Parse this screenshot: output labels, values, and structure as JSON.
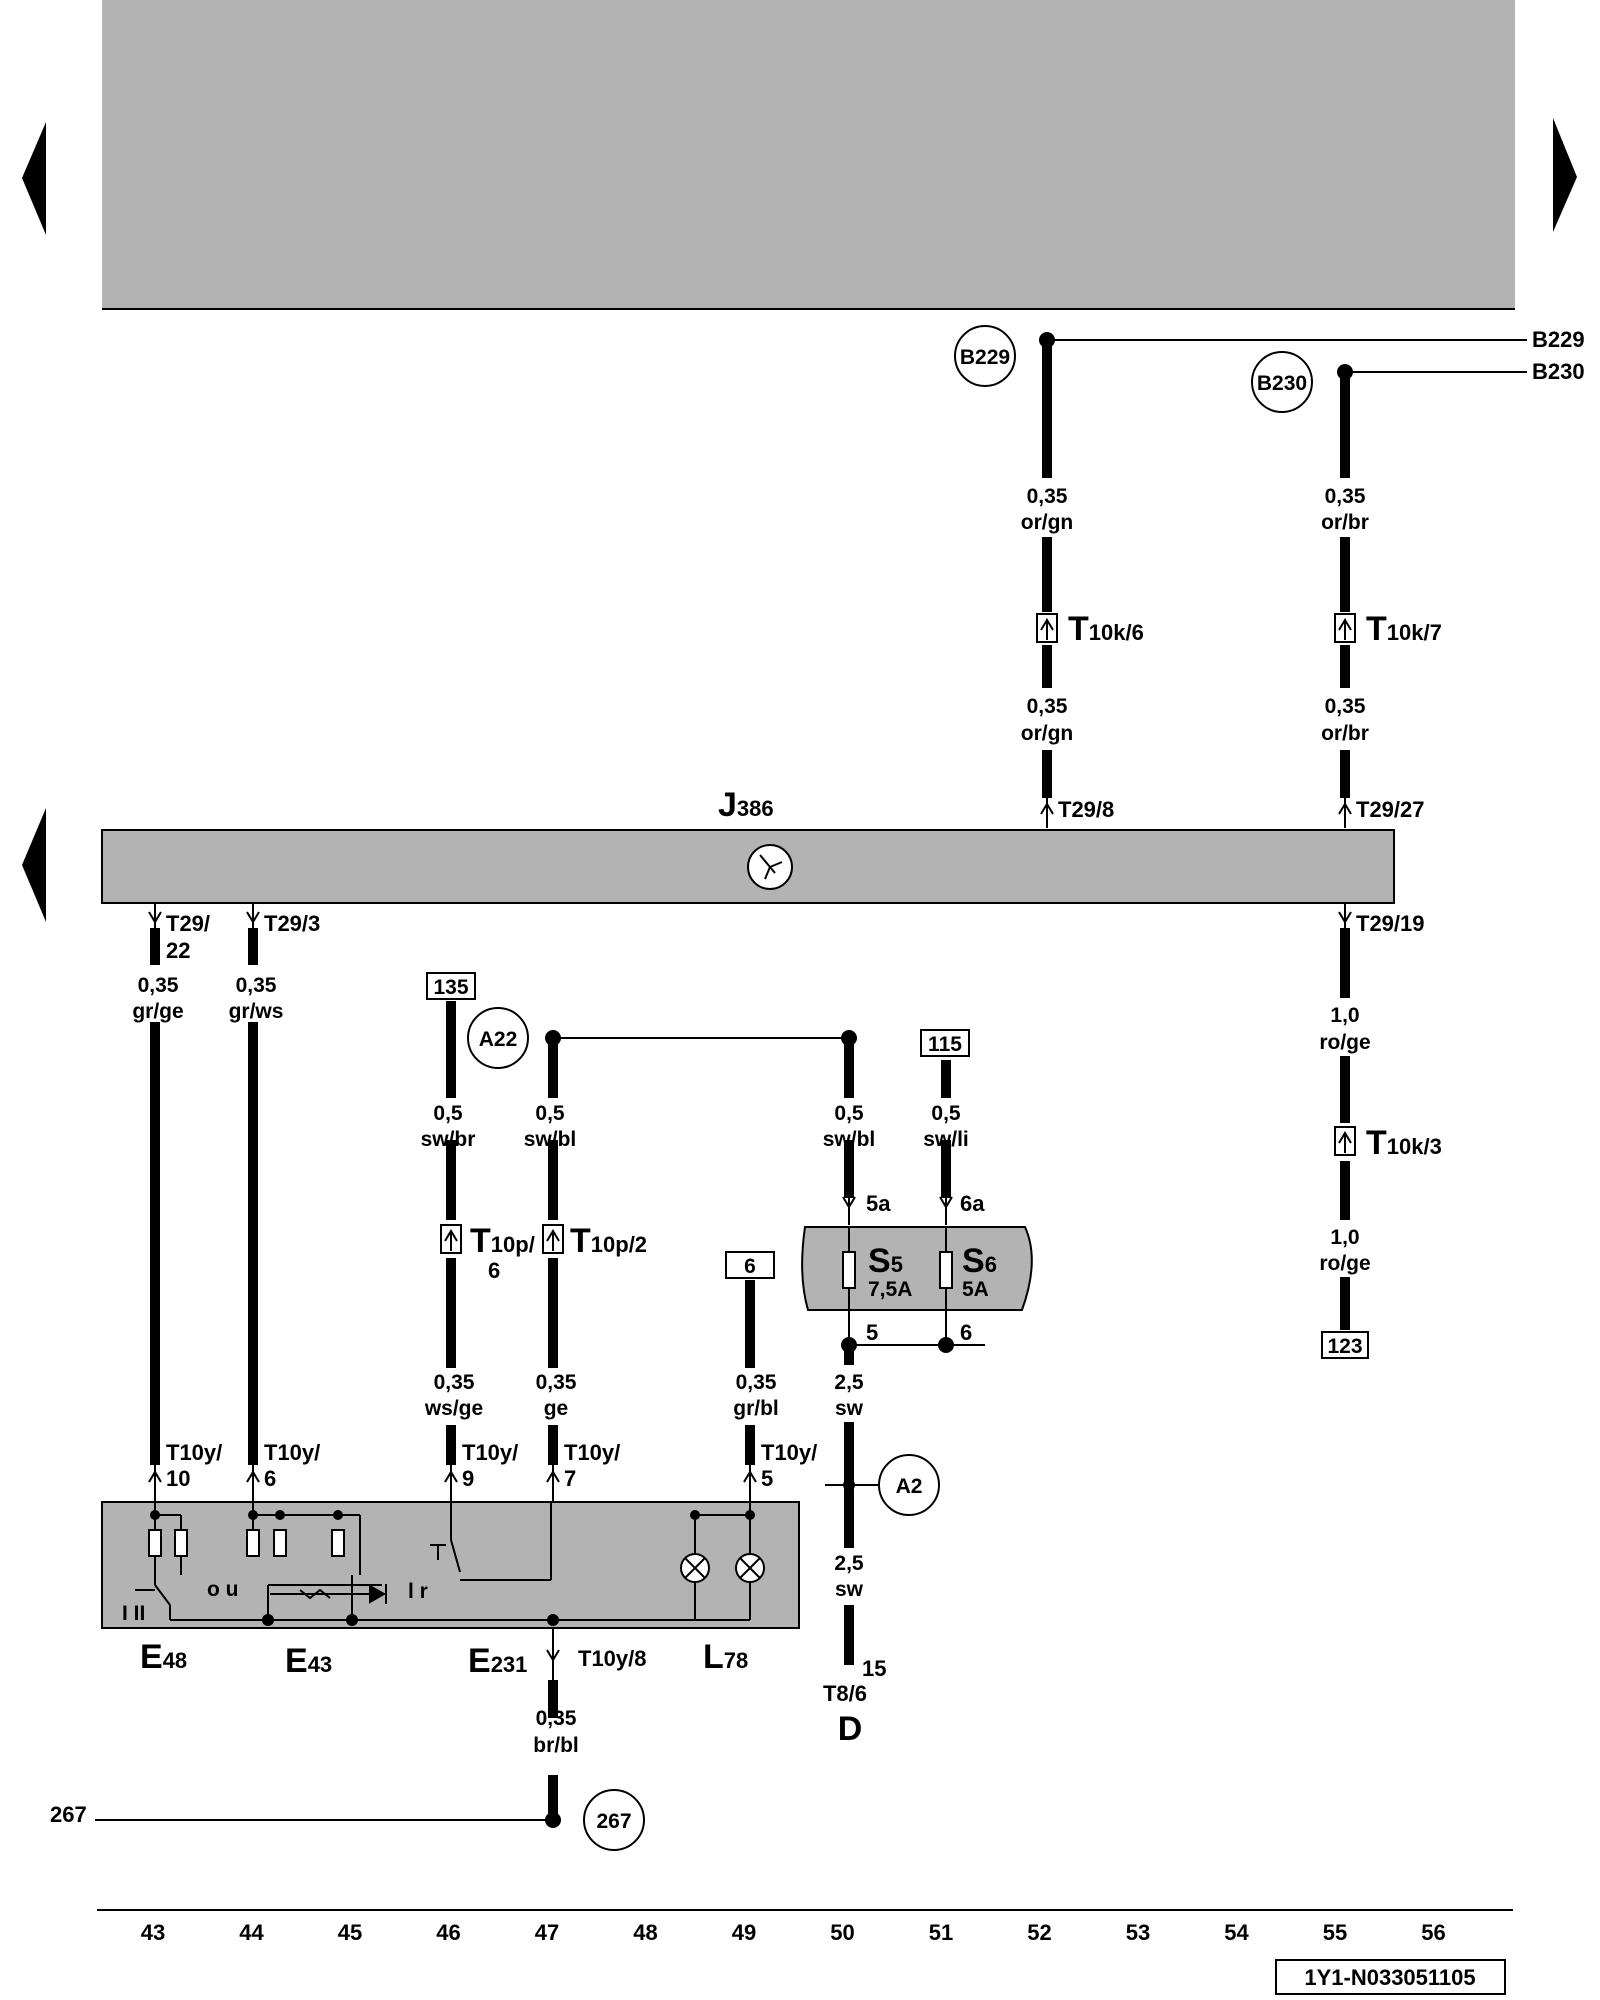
{
  "navigation": {
    "prev_label": "◀",
    "next_label": "▶",
    "prev2_label": "◀"
  },
  "connections_top": {
    "b229": "B229",
    "b230": "B230",
    "b229_circle": "B229",
    "b230_circle": "B230"
  },
  "wires": {
    "w52a": {
      "size": "0,35",
      "color": "or/gn"
    },
    "w52b": {
      "size": "0,35",
      "color": "or/gn"
    },
    "w55a": {
      "size": "0,35",
      "color": "or/br"
    },
    "w55b": {
      "size": "0,35",
      "color": "or/br"
    },
    "w43": {
      "size": "0,35",
      "color": "gr/ge"
    },
    "w44": {
      "size": "0,35",
      "color": "gr/ws"
    },
    "w46a": {
      "size": "0,5",
      "color": "sw/br"
    },
    "w47a": {
      "size": "0,5",
      "color": "sw/bl"
    },
    "w50a": {
      "size": "0,5",
      "color": "sw/bl"
    },
    "w51a": {
      "size": "0,5",
      "color": "sw/li"
    },
    "w46b": {
      "size": "0,35",
      "color": "ws/ge"
    },
    "w47b": {
      "size": "0,35",
      "color": "ge"
    },
    "w49": {
      "size": "0,35",
      "color": "gr/bl"
    },
    "w50b": {
      "size": "2,5",
      "color": "sw"
    },
    "w50c": {
      "size": "2,5",
      "color": "sw"
    },
    "w55c": {
      "size": "1,0",
      "color": "ro/ge"
    },
    "w55d": {
      "size": "1,0",
      "color": "ro/ge"
    },
    "w47c": {
      "size": "0,35",
      "color": "br/bl"
    }
  },
  "connectors": {
    "t10k6": {
      "main": "T",
      "sub": "10k/6"
    },
    "t10k7": {
      "main": "T",
      "sub": "10k/7"
    },
    "t10k3": {
      "main": "T",
      "sub": "10k/3"
    },
    "t10p6": {
      "main": "T",
      "sub": "10p/",
      "sub2": "6"
    },
    "t10p2": {
      "main": "T",
      "sub": "10p/2"
    }
  },
  "pins": {
    "t29_8": "T29/8",
    "t29_27": "T29/27",
    "t29_22a": "T29/",
    "t29_22b": "22",
    "t29_3": "T29/3",
    "t29_19": "T29/19",
    "t10y10a": "T10y/",
    "t10y10b": "10",
    "t10y6a": "T10y/",
    "t10y6b": "6",
    "t10y9a": "T10y/",
    "t10y9b": "9",
    "t10y7a": "T10y/",
    "t10y7b": "7",
    "t10y5a": "T10y/",
    "t10y5b": "5",
    "t10y8": "T10y/8",
    "p5a": "5a",
    "p6a": "6a",
    "p5": "5",
    "p6": "6",
    "p15": "15",
    "t8_6": "T8/6"
  },
  "control_unit": {
    "main": "J",
    "sub": "386"
  },
  "boxes": {
    "b135": "135",
    "b115": "115",
    "b6": "6",
    "b123": "123"
  },
  "circles": {
    "a22": "A22",
    "a2": "A2",
    "c267": "267"
  },
  "ground_ref": "267",
  "fuses": {
    "s5": {
      "main": "S",
      "sub": "5",
      "rating": "7,5A"
    },
    "s6": {
      "main": "S",
      "sub": "6",
      "rating": "5A"
    }
  },
  "components": {
    "e48": {
      "main": "E",
      "sub": "48"
    },
    "e43": {
      "main": "E",
      "sub": "43"
    },
    "e231": {
      "main": "E",
      "sub": "231"
    },
    "l78": {
      "main": "L",
      "sub": "78"
    },
    "d": "D"
  },
  "switch_labels": {
    "i_ii": "I  II",
    "o_u": "o  u",
    "l_r": "l  r"
  },
  "grid_numbers": [
    "43",
    "44",
    "45",
    "46",
    "47",
    "48",
    "49",
    "50",
    "51",
    "52",
    "53",
    "54",
    "55",
    "56"
  ],
  "doc_id": "1Y1-N033051105",
  "colors": {
    "panel": "#b3b3b3",
    "line": "#000000"
  }
}
